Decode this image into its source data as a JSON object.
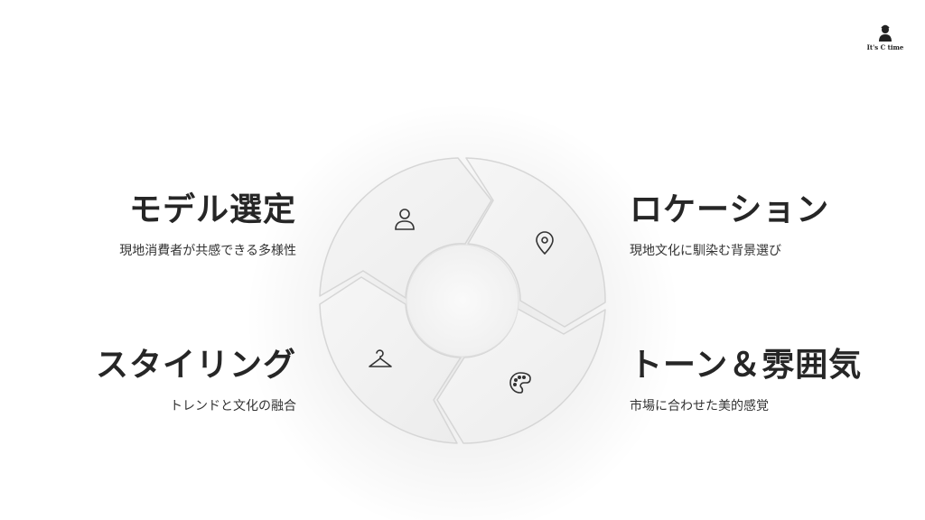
{
  "logo": {
    "text": "It's C time",
    "icon": "person-mascot-icon"
  },
  "segments": [
    {
      "title": "モデル選定",
      "subtitle": "現地消費者が共感できる多様性",
      "icon": "person-icon"
    },
    {
      "title": "ロケーション",
      "subtitle": "現地文化に馴染む背景選び",
      "icon": "map-pin-icon"
    },
    {
      "title": "スタイリング",
      "subtitle": "トレンドと文化の融合",
      "icon": "hanger-icon"
    },
    {
      "title": "トーン＆雰囲気",
      "subtitle": "市場に合わせた美的感覚",
      "icon": "palette-icon"
    }
  ],
  "colors": {
    "text": "#262626",
    "segment_fill": "#f3f3f3",
    "segment_stroke": "#d6d6d6",
    "icon": "#333333"
  }
}
